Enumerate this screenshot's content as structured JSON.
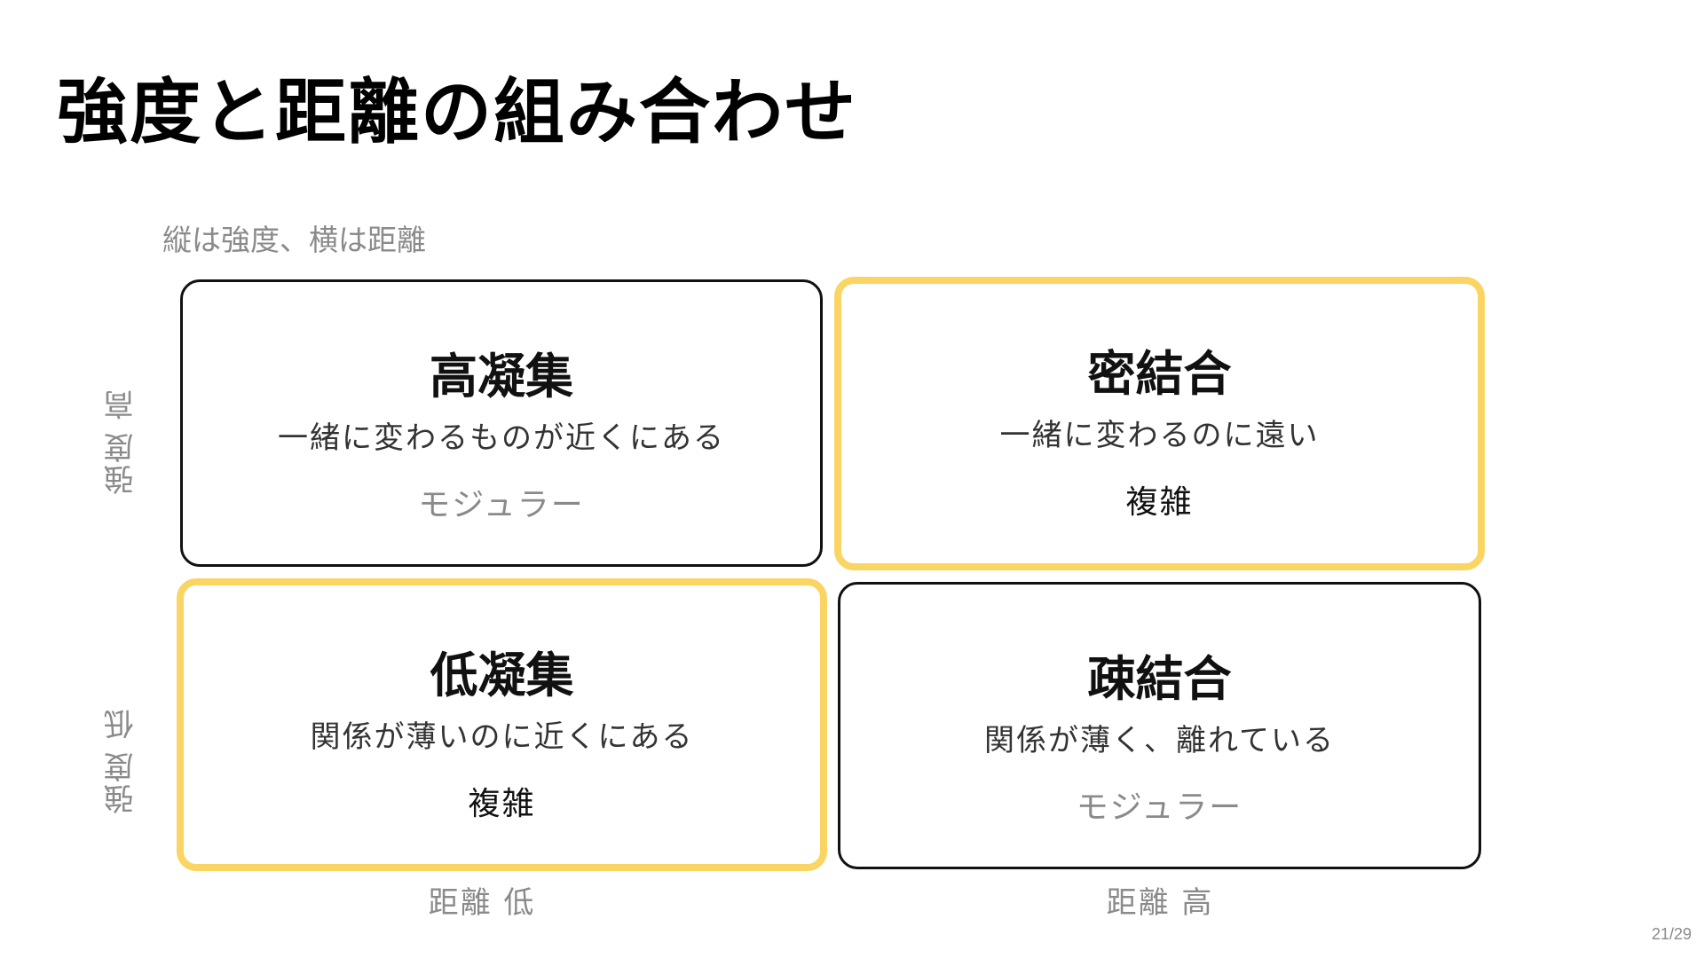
{
  "title": "強度と距離の組み合わせ",
  "caption": "縦は強度、横は距離",
  "axes": {
    "y_high": "強度 高",
    "y_low": "強度 低",
    "x_low": "距離 低",
    "x_high": "距離 高"
  },
  "cells": {
    "top_left": {
      "title": "高凝集",
      "description": "一緒に変わるものが近くにある",
      "result": "モジュラー"
    },
    "top_right": {
      "title": "密結合",
      "description": "一緒に変わるのに遠い",
      "result": "複雑"
    },
    "bottom_left": {
      "title": "低凝集",
      "description": "関係が薄いのに近くにある",
      "result": "複雑"
    },
    "bottom_right": {
      "title": "疎結合",
      "description": "関係が薄く、離れている",
      "result": "モジュラー"
    }
  },
  "colors": {
    "highlight_border": "#fad564",
    "normal_border": "#111111",
    "muted_text": "#8a8a8a"
  },
  "page_number": "21/29"
}
